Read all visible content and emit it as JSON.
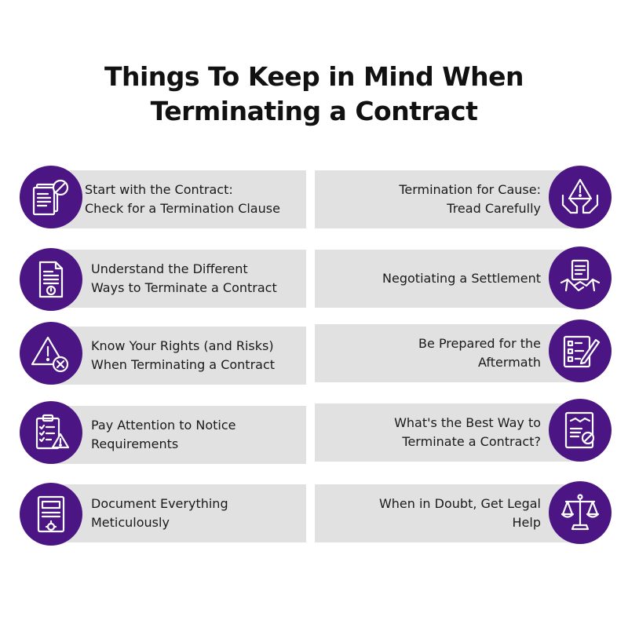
{
  "title": {
    "line1": "Things To Keep in Mind When",
    "line2": "Terminating a Contract"
  },
  "left_items": [
    {
      "lines": [
        "Start with the Contract:",
        "Check for a Termination Clause"
      ],
      "icon": "contract-prohibited-icon"
    },
    {
      "lines": [
        "Understand the Different",
        "Ways to Terminate a Contract"
      ],
      "icon": "document-alert-icon"
    },
    {
      "lines": [
        "Know Your Rights (and Risks)",
        "When Terminating a Contract"
      ],
      "icon": "warning-cancel-icon"
    },
    {
      "lines": [
        "Pay Attention to Notice",
        "Requirements"
      ],
      "icon": "clipboard-warning-icon"
    },
    {
      "lines": [
        "Document Everything",
        "Meticulously"
      ],
      "icon": "document-gear-icon"
    }
  ],
  "right_items": [
    {
      "lines": [
        "Termination for Cause:",
        "Tread Carefully"
      ],
      "icon": "hands-warning-icon"
    },
    {
      "lines": [
        "Negotiating a Settlement"
      ],
      "icon": "handshake-document-icon"
    },
    {
      "lines": [
        "Be Prepared for the",
        "Aftermath"
      ],
      "icon": "checklist-pen-icon"
    },
    {
      "lines": [
        "What's the Best Way to",
        "Terminate a Contract?"
      ],
      "icon": "contract-handshake-cancel-icon"
    },
    {
      "lines": [
        "When in Doubt, Get Legal",
        "Help"
      ],
      "icon": "legal-scales-icon"
    }
  ],
  "colors": {
    "accent": "#4b1583",
    "bar": "#e1e1e1",
    "text": "#1a1a1a"
  }
}
